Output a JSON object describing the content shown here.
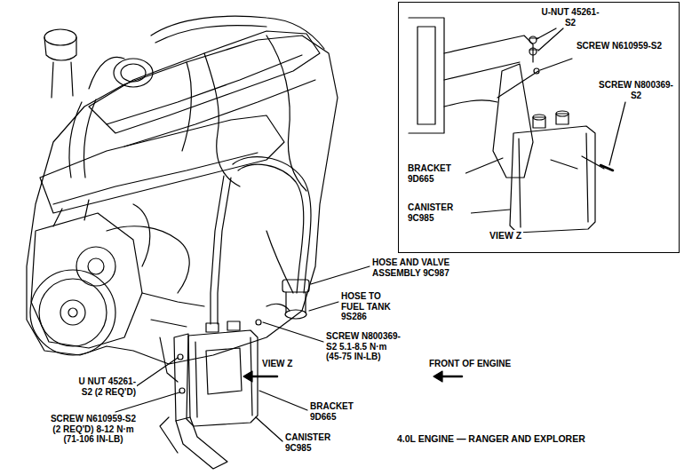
{
  "diagram": {
    "caption": "4.0L ENGINE — RANGER AND EXPLORER",
    "nodes": [
      {
        "text": [
          "VIEW Z"
        ]
      }
    ],
    "labels": [
      "U-NUT 45261-S2",
      "SCREW N610959-S2",
      "SCREW N800369-S2",
      "BRACKET 9D665",
      "CANISTER 9C985",
      "HOSE AND VALVE ASSEMBLY 9C987",
      "HOSE TO FUEL TANK 9S286",
      "SCREW N800369-S2 5.1-8.5 N·m (45-75 IN-LB)",
      "VIEW Z",
      "FRONT OF ENGINE",
      "U NUT 45261-S2 (2 REQ'D)",
      "BRACKET 9D665",
      "SCREW N610959-S2 (2 REQ'D) 8-12 N·m (71-106 IN-LB)",
      "CANISTER 9C985"
    ]
  }
}
